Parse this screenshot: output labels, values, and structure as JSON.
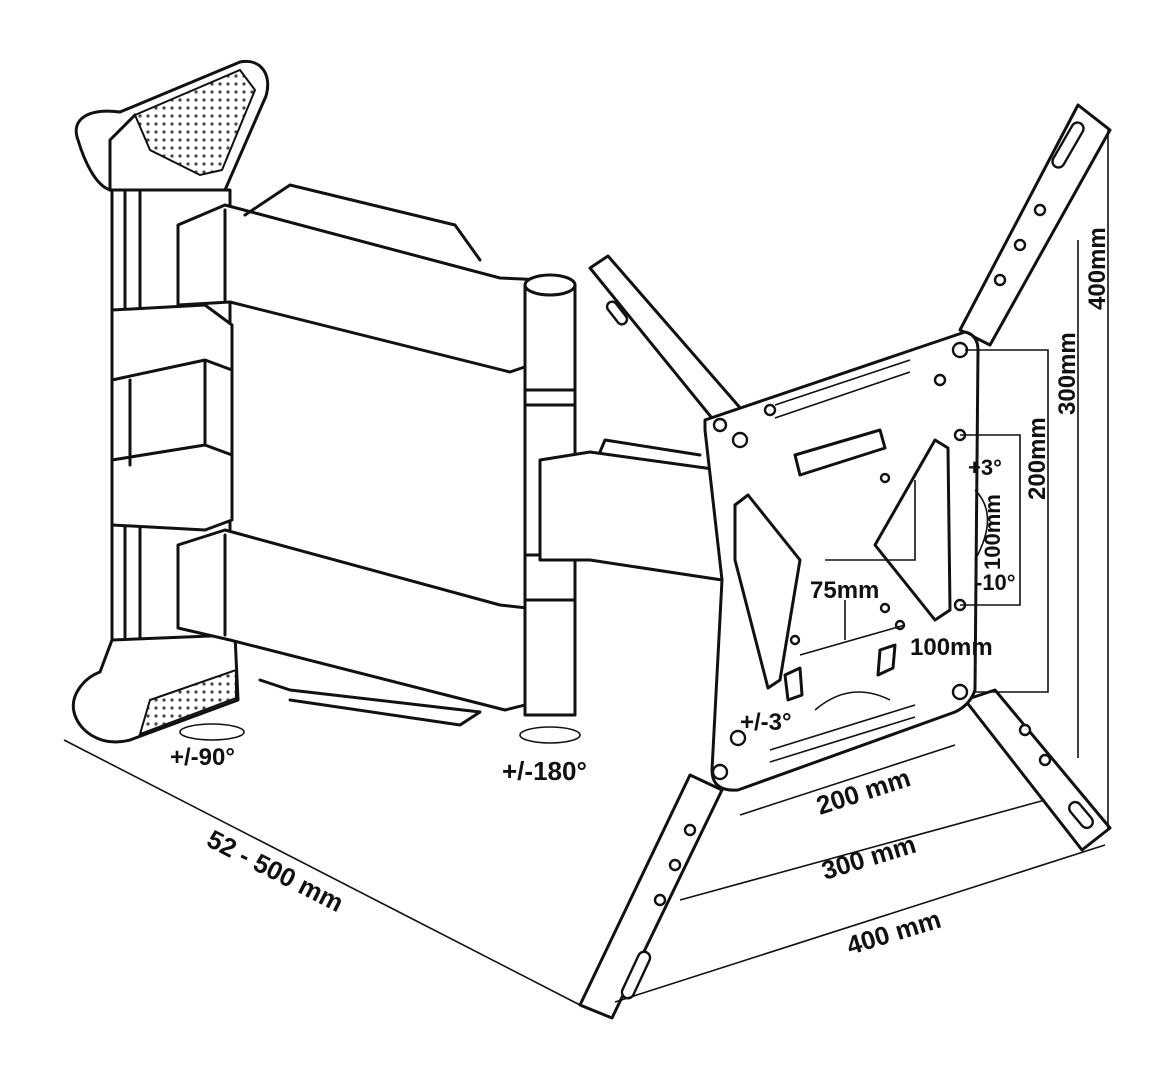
{
  "colors": {
    "line": "#111111",
    "background": "#ffffff",
    "texture": "#444444"
  },
  "labels": {
    "rotation_wall": "+/-90°",
    "rotation_arm": "+/-180°",
    "extension": "52 - 500 mm",
    "tilt_up": "+3°",
    "tilt_down": "-10°",
    "swivel": "+/-3°",
    "vesa_75": "75mm",
    "vesa_100_h": "100mm",
    "vesa_100_v": "100mm",
    "vesa_200_v": "200mm",
    "vesa_300_v": "300mm",
    "vesa_400_v": "400mm",
    "vesa_200_h": "200 mm",
    "vesa_300_h": "300 mm",
    "vesa_400_h": "400 mm"
  }
}
